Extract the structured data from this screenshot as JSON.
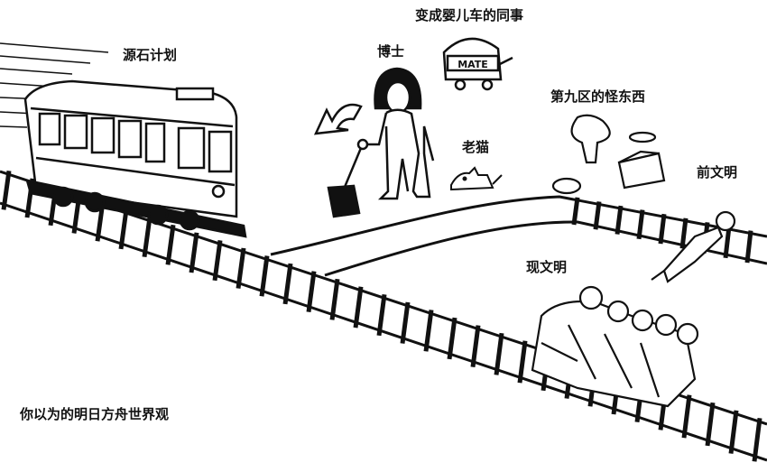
{
  "labels": {
    "source_stone_plan": "源石计划",
    "doctor": "博士",
    "stroller_colleague": "变成婴儿车的同事",
    "old_cat": "老猫",
    "district_nine_monsters": "第九区的怪东西",
    "pre_civilization": "前文明",
    "current_civilization": "现文明",
    "caption": "你以为的明日方舟世界观"
  },
  "stroller_sign": "MATE",
  "colors": {
    "ink": "#111111",
    "paper": "#ffffff"
  }
}
